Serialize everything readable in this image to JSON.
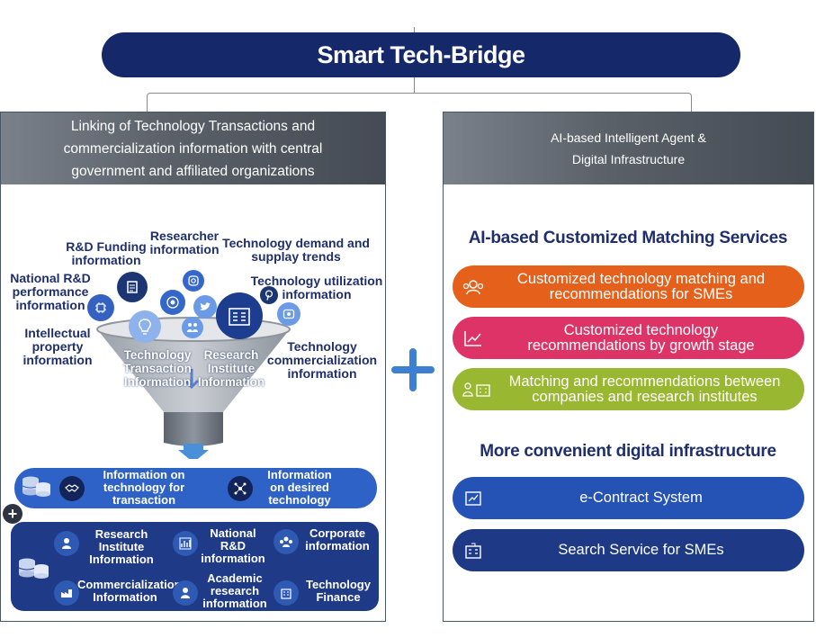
{
  "title": "Smart Tech-Bridge",
  "left_panel": {
    "header_line1": "Linking of Technology Transactions and",
    "header_line2": "commercialization information with central",
    "header_line3": "government and affiliated organizations",
    "labels": {
      "researcher_1": "Researcher",
      "researcher_2": "information",
      "rd_funding_1": "R&D Funding",
      "rd_funding_2": "information",
      "tech_demand_1": "Technology demand and",
      "tech_demand_2": "supplay trends",
      "national_rd_1": "National R&D",
      "national_rd_2": "performance",
      "national_rd_3": "information",
      "tech_util_1": "Technology utilization",
      "tech_util_2": "information",
      "ip_1": "Intellectual",
      "ip_2": "property",
      "ip_3": "information",
      "tech_comm_1": "Technology",
      "tech_comm_2": "commercialization",
      "tech_comm_3": "information"
    },
    "funnel": {
      "left_1": "Technology",
      "left_2": "Transaction",
      "left_3": "Information",
      "right_1": "Research",
      "right_2": "Institute",
      "right_3": "Information"
    },
    "light_bar": {
      "item1_1": "Information on",
      "item1_2": "technology for",
      "item1_3": "transaction",
      "item2_1": "Information",
      "item2_2": "on desired",
      "item2_3": "technology"
    },
    "dark_bar": {
      "r1": [
        "Research",
        "Institute",
        "Information"
      ],
      "r2": [
        "National",
        "R&D",
        "information"
      ],
      "r3": [
        "Corporate",
        "information"
      ],
      "r4": [
        "Commercialization",
        "Information"
      ],
      "r5": [
        "Academic",
        "research",
        "information"
      ],
      "r6": [
        "Technology",
        "Finance"
      ]
    }
  },
  "right_panel": {
    "header_line1": "AI-based Intelligent Agent &",
    "header_line2": "Digital Infrastructure",
    "section1_title": "AI-based Customized Matching Services",
    "pill1_1": "Customized technology matching and",
    "pill1_2": "recommendations for SMEs",
    "pill2_1": "Customized technology",
    "pill2_2": "recommendations by growth stage",
    "pill3_1": "Matching and recommendations between",
    "pill3_2": "companies and research institutes",
    "section2_title": "More convenient digital infrastructure",
    "pill4": "e-Contract System",
    "pill5": "Search Service for SMEs"
  },
  "colors": {
    "navy": "#15296a",
    "orange": "#e5601a",
    "pink": "#de3366",
    "green": "#9ab731",
    "blue": "#2553b5"
  }
}
